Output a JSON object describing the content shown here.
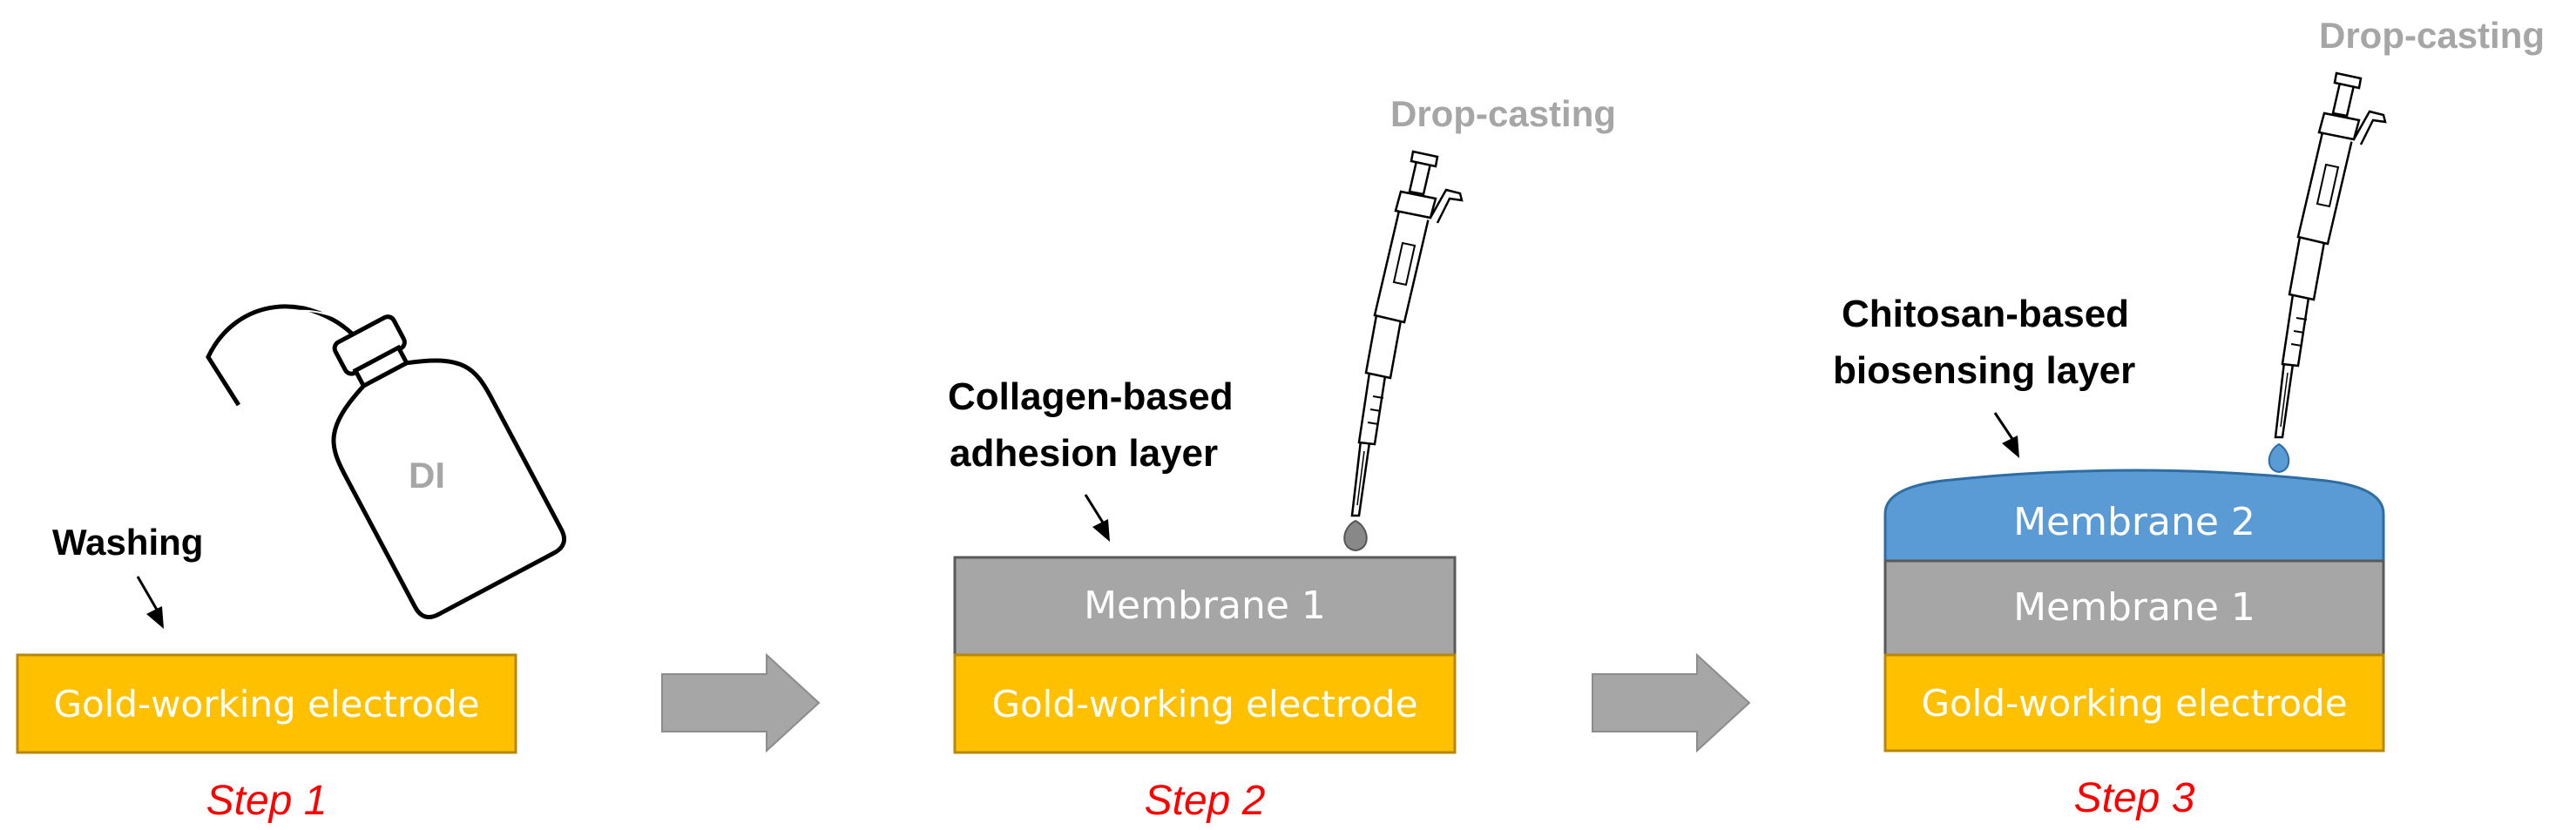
{
  "colors": {
    "gold": "#ffc000",
    "gold_border": "#b8860b",
    "membrane1": "#a6a6a6",
    "membrane2": "#5b9bd5",
    "arrow": "#a6a6a6",
    "step_text": "#ff0000",
    "droplet": "#888888"
  },
  "step1": {
    "electrode_label": "Gold-working electrode",
    "annotation": "Washing",
    "bottle_label": "DI",
    "step_label": "Step 1"
  },
  "step2": {
    "electrode_label": "Gold-working electrode",
    "membrane_label": "Membrane 1",
    "annotation_line1": "Collagen-based",
    "annotation_line2": "adhesion layer",
    "tool_label": "Drop-casting",
    "step_label": "Step 2"
  },
  "step3": {
    "electrode_label": "Gold-working electrode",
    "membrane1_label": "Membrane 1",
    "membrane2_label": "Membrane 2",
    "annotation_line1": "Chitosan-based",
    "annotation_line2": "biosensing layer",
    "tool_label": "Drop-casting",
    "step_label": "Step 3"
  },
  "icons": {
    "wash_bottle": "wash-bottle-icon",
    "pipette": "pipette-icon",
    "process_arrow": "process-arrow-icon"
  }
}
